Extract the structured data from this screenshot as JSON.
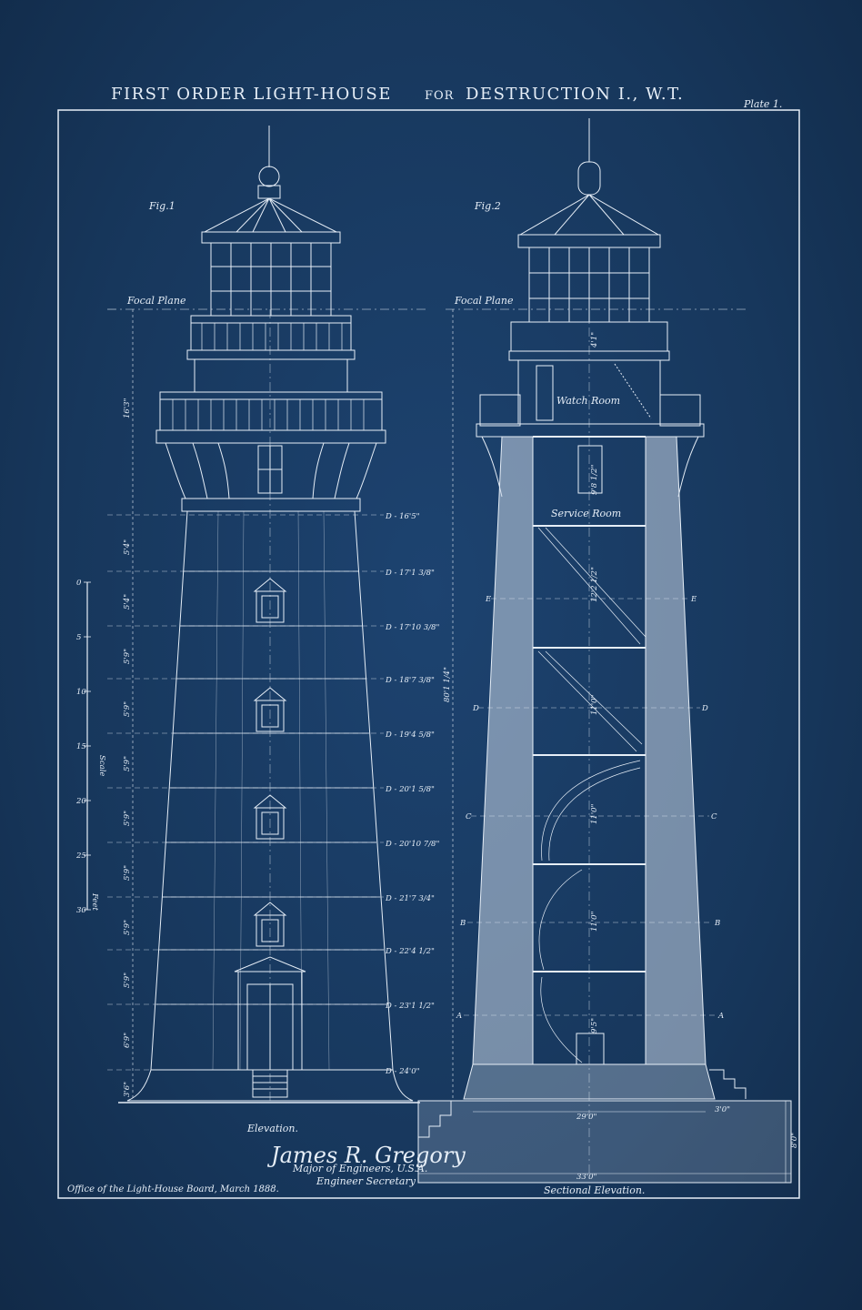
{
  "title": {
    "part1": "FIRST ORDER LIGHT-HOUSE",
    "part2": "FOR",
    "part3": "DESTRUCTION I., W.T.",
    "plate": "Plate 1."
  },
  "fig1": {
    "label": "Fig.1",
    "focal_plane": "Focal Plane",
    "caption": "Elevation.",
    "lantern_dim": "16'3\"",
    "diameters": [
      "D - 16'5\"",
      "D - 17'1 3/8\"",
      "D - 17'10 3/8\"",
      "D - 18'7 3/8\"",
      "D - 19'4 5/8\"",
      "D - 20'1 5/8\"",
      "D - 20'10 7/8\"",
      "D - 21'7 3/4\"",
      "D - 22'4 1/2\"",
      "D - 23'1 1/2\"",
      "D - 24'0\""
    ],
    "course_dims": [
      "5'4\"",
      "5'4\"",
      "5'9\"",
      "5'9\"",
      "5'9\"",
      "5'9\"",
      "5'9\"",
      "5'9\"",
      "5'9\"",
      "6'9\"",
      "3'6\""
    ],
    "scale_label": "Scale",
    "scale_unit": "Feet",
    "scale_ticks": [
      "0",
      "5",
      "10",
      "15",
      "20",
      "25",
      "30"
    ]
  },
  "fig2": {
    "label": "Fig.2",
    "focal_plane": "Focal Plane",
    "caption": "Sectional Elevation.",
    "watch_room": "Watch Room",
    "service_room": "Service Room",
    "total_height": "80'1 1/4\"",
    "floor_heights": [
      "4'1\"",
      "9'8 1/2\"",
      "12'2 1/2\"",
      "11'0\"",
      "11'0\"",
      "11'0\"",
      "9'5\""
    ],
    "section_marks": [
      "E",
      "E",
      "D",
      "D",
      "C",
      "C",
      "B",
      "B",
      "A",
      "A"
    ],
    "base_dims": [
      "29'0\"",
      "33'0\"",
      "3'0\"",
      "8'0\""
    ]
  },
  "footer": {
    "office": "Office of the Light-House Board, March 1888.",
    "signature": "James R. Gregory",
    "rank": "Major of Engineers, U.S.A.",
    "role": "Engineer Secretary"
  },
  "colors": {
    "paper": "#17375c",
    "ink": "#e6eef7"
  }
}
